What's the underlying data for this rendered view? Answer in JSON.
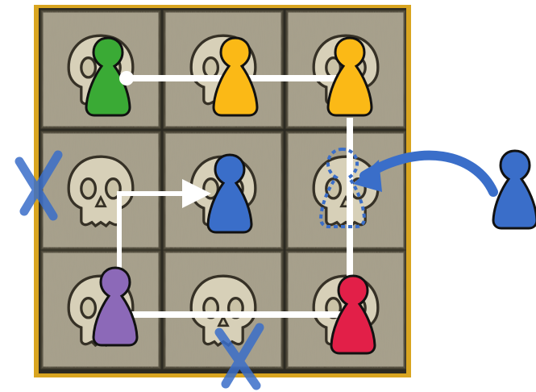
{
  "board": {
    "rows": 3,
    "cols": 3,
    "frame_color": "#d9a520",
    "tile_color": "#a8a18c",
    "tiles": [
      {
        "row": 0,
        "col": 0,
        "icon": "skull-icon"
      },
      {
        "row": 0,
        "col": 1,
        "icon": "skull-icon"
      },
      {
        "row": 0,
        "col": 2,
        "icon": "skull-icon"
      },
      {
        "row": 1,
        "col": 0,
        "icon": "skull-icon"
      },
      {
        "row": 1,
        "col": 1,
        "icon": "skull-icon"
      },
      {
        "row": 1,
        "col": 2,
        "icon": "skull-icon"
      },
      {
        "row": 2,
        "col": 0,
        "icon": "skull-icon"
      },
      {
        "row": 2,
        "col": 1,
        "icon": "skull-icon"
      },
      {
        "row": 2,
        "col": 2,
        "icon": "skull-icon"
      }
    ]
  },
  "pawns": [
    {
      "color": "green",
      "hex": "#3aaa35",
      "row": 0,
      "col": 0
    },
    {
      "color": "yellow",
      "hex": "#fbb916",
      "row": 0,
      "col": 1
    },
    {
      "color": "yellow",
      "hex": "#fbb916",
      "row": 0,
      "col": 2
    },
    {
      "color": "blue",
      "hex": "#3a6ec9",
      "row": 1,
      "col": 1
    },
    {
      "color": "purple",
      "hex": "#8c69b8",
      "row": 2,
      "col": 0
    },
    {
      "color": "red",
      "hex": "#e21f48",
      "row": 2,
      "col": 2
    }
  ],
  "ghost_pawn": {
    "color": "blue",
    "hex": "#3a6ec9",
    "row": 1,
    "col": 2,
    "style": "dotted-outline"
  },
  "incoming_pawn": {
    "color": "blue",
    "hex": "#3a6ec9",
    "position": "outside-right"
  },
  "markers": [
    {
      "type": "x-mark",
      "color": "#3a6ec9",
      "position": "left-of-middle-row"
    },
    {
      "type": "x-mark",
      "color": "#3a6ec9",
      "position": "below-middle-column"
    }
  ],
  "connection_color": "#ffffff",
  "arrow_color": "#3a6ec9"
}
